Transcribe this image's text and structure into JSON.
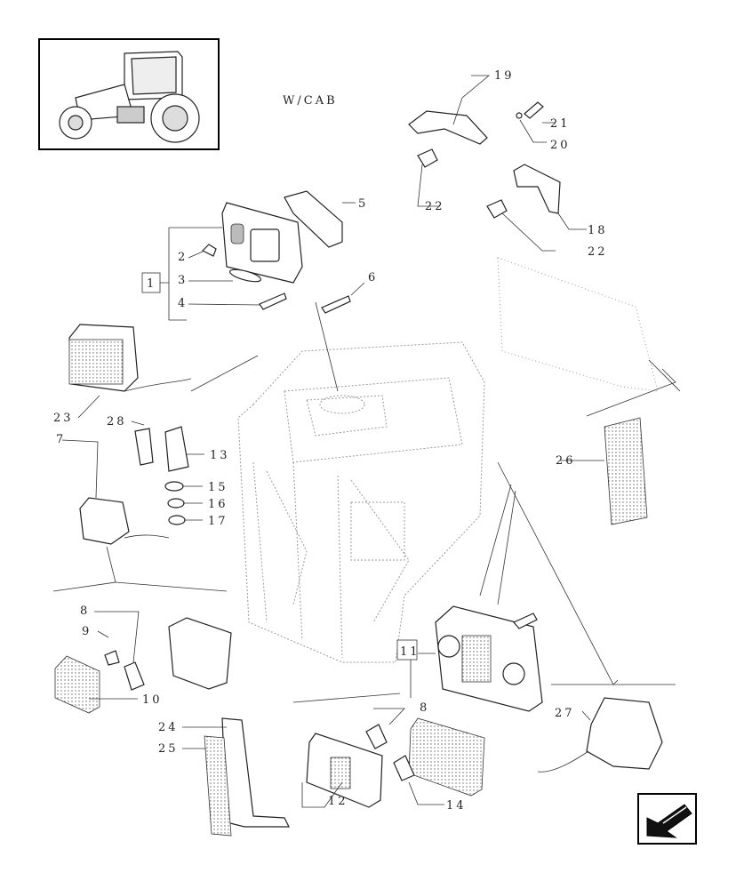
{
  "header": {
    "variant_label": "W/CAB"
  },
  "callouts": [
    {
      "id": "c1",
      "text": "1"
    },
    {
      "id": "c2",
      "text": "2"
    },
    {
      "id": "c3",
      "text": "3"
    },
    {
      "id": "c4",
      "text": "4"
    },
    {
      "id": "c5",
      "text": "5"
    },
    {
      "id": "c6",
      "text": "6"
    },
    {
      "id": "c7",
      "text": "7"
    },
    {
      "id": "c8a",
      "text": "8"
    },
    {
      "id": "c8b",
      "text": "8"
    },
    {
      "id": "c9",
      "text": "9"
    },
    {
      "id": "c10",
      "text": "10"
    },
    {
      "id": "c11",
      "text": "11"
    },
    {
      "id": "c12",
      "text": "12"
    },
    {
      "id": "c13",
      "text": "13"
    },
    {
      "id": "c14",
      "text": "14"
    },
    {
      "id": "c15",
      "text": "15"
    },
    {
      "id": "c16",
      "text": "16"
    },
    {
      "id": "c17",
      "text": "17"
    },
    {
      "id": "c18",
      "text": "18"
    },
    {
      "id": "c19",
      "text": "19"
    },
    {
      "id": "c20",
      "text": "20"
    },
    {
      "id": "c21",
      "text": "21"
    },
    {
      "id": "c22a",
      "text": "22"
    },
    {
      "id": "c22b",
      "text": "22"
    },
    {
      "id": "c23",
      "text": "23"
    },
    {
      "id": "c24",
      "text": "24"
    },
    {
      "id": "c25",
      "text": "25"
    },
    {
      "id": "c26",
      "text": "26"
    },
    {
      "id": "c27",
      "text": "27"
    },
    {
      "id": "c28",
      "text": "28"
    }
  ],
  "icons": {
    "thumbnail": "tractor-thumbnail-icon",
    "nav": "arrow-back-icon"
  }
}
